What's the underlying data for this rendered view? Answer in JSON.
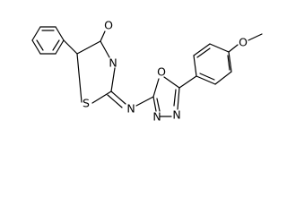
{
  "molecule": {
    "atoms": {
      "hydroxyl_O": "O",
      "thiazole_N": "N",
      "thiazole_S": "S",
      "imine_N": "N",
      "oxadiazole_O": "O",
      "oxadiazole_N1": "N",
      "oxadiazole_N2": "N",
      "methoxy_O": "O"
    }
  }
}
